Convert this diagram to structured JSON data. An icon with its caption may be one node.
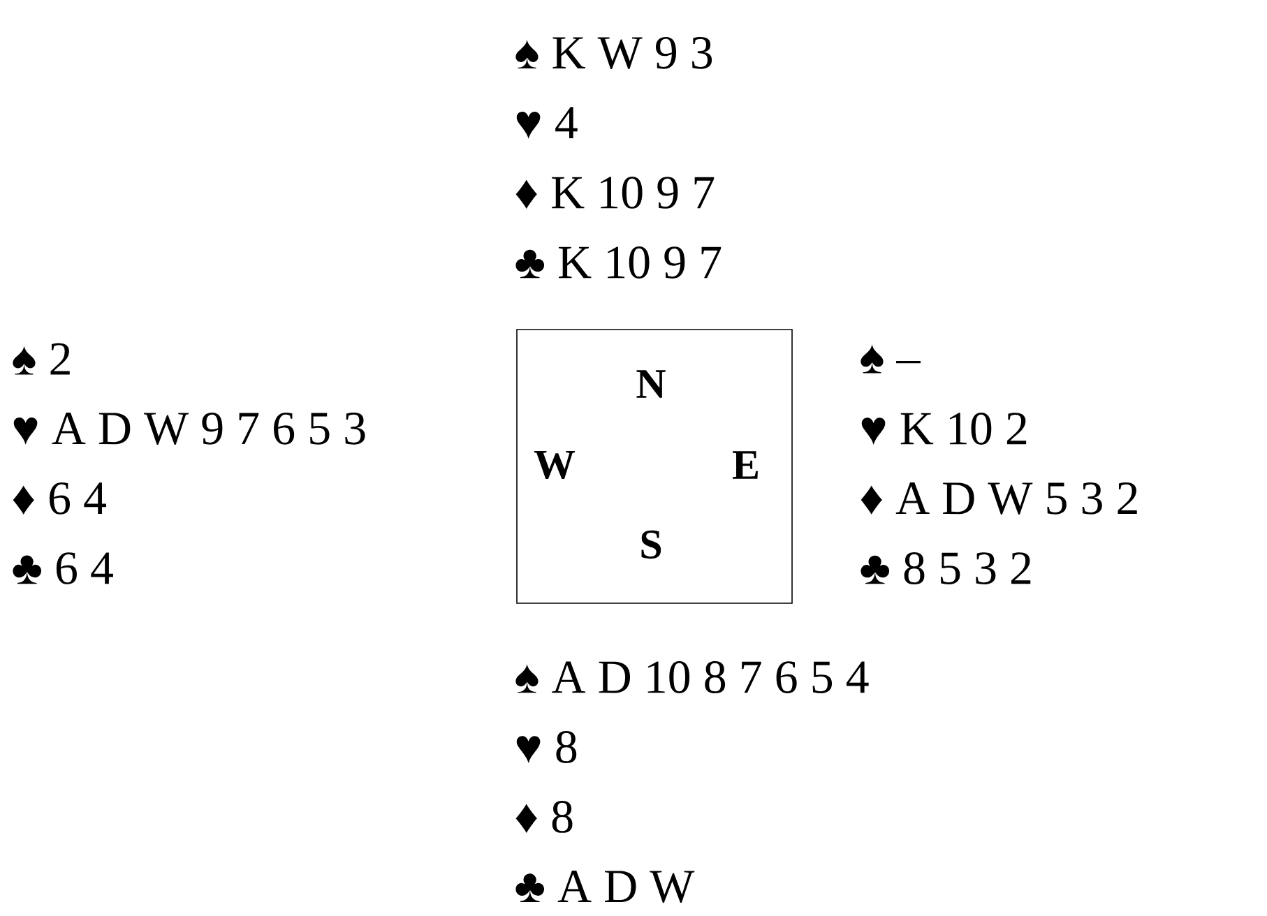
{
  "diagram": {
    "nodes": [
      {
        "text": [
          "N",
          "W",
          "E",
          "S"
        ]
      }
    ],
    "edges": [],
    "labels": [
      "♠ K W 9 3",
      "♥ 4",
      "♦ K 10 9 7",
      "♣ K 10 9 7",
      "♠ 2",
      "♥ A D W 9 7 6 5 3",
      "♦ 6 4",
      "♣ 6 4",
      "♠ –",
      "♥ K 10 2",
      "♦ A D W 5 3 2",
      "♣ 8 5 3 2",
      "♠ A D 10 8 7 6 5 4",
      "♥ 8",
      "♦ 8",
      "♣ A D W"
    ]
  }
}
